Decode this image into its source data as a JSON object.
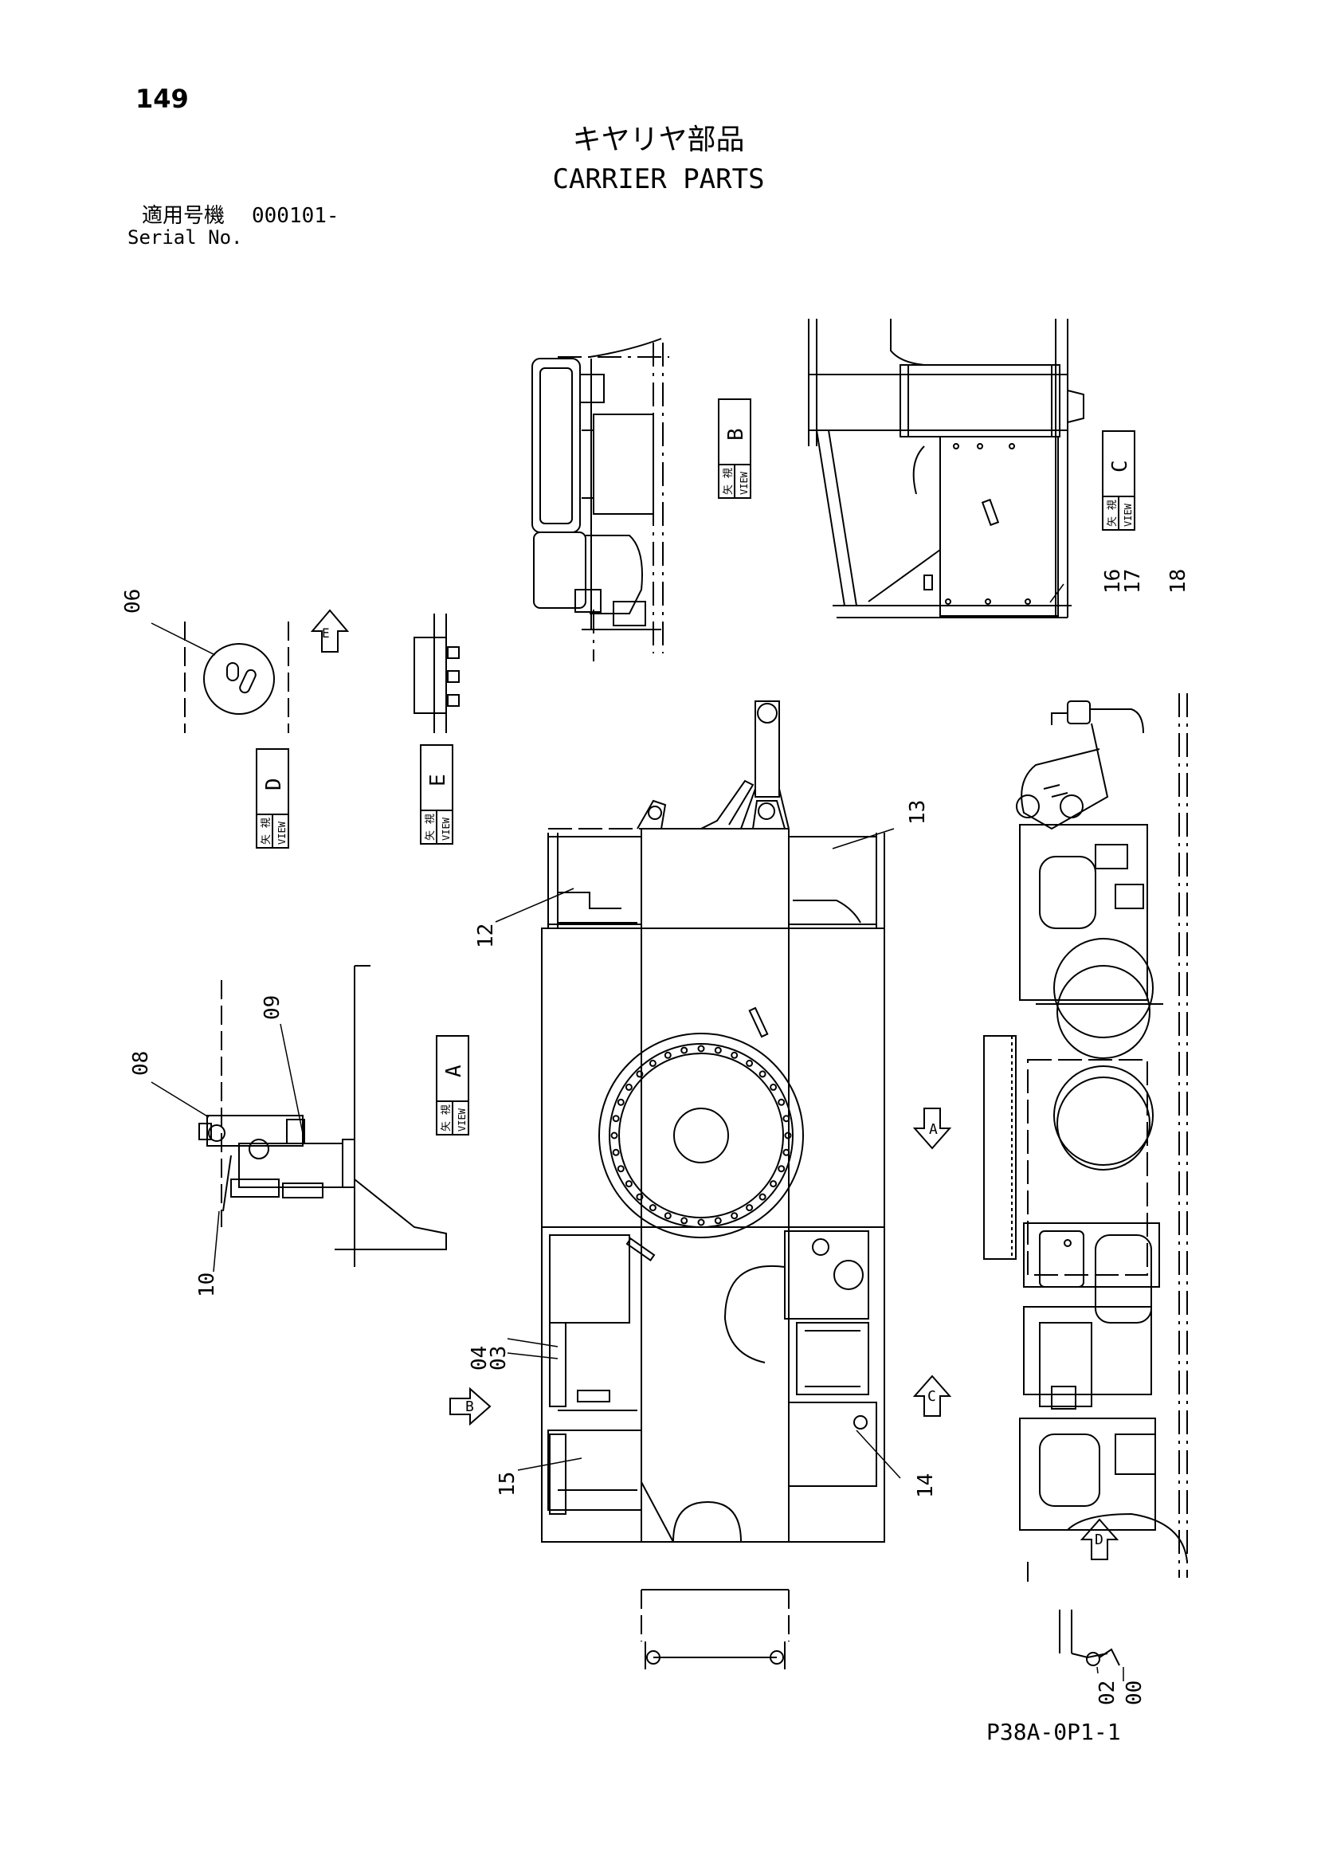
{
  "header": {
    "page_number": "149",
    "title_jp": "キヤリヤ部品",
    "title_en": "CARRIER PARTS",
    "serial_label_jp": "適用号機",
    "serial_value": "000101-",
    "serial_label_en": "Serial No."
  },
  "footer": {
    "drawing_code": "P38A-0P1-1"
  },
  "view_label": {
    "jp": "矢 視",
    "en": "VIEW"
  },
  "views": {
    "a": "A",
    "b": "B",
    "c": "C",
    "d": "D",
    "e": "E"
  },
  "callouts": {
    "c00": "00",
    "c02": "02",
    "c03": "03",
    "c04": "04",
    "c06": "06",
    "c08": "08",
    "c09": "09",
    "c10": "10",
    "c12": "12",
    "c13": "13",
    "c14": "14",
    "c15": "15",
    "c16": "16",
    "c17": "17",
    "c18": "18"
  },
  "colors": {
    "ink": "#000000",
    "paper": "#ffffff"
  }
}
